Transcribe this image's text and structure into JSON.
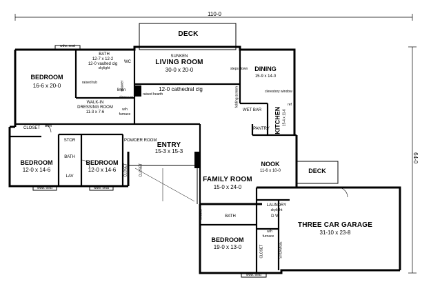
{
  "dimensions": {
    "width_total": "110-0",
    "depth_total": "64-0"
  },
  "rooms": {
    "deck_top": "DECK",
    "bedroom_master": {
      "name": "BEDROOM",
      "size": "16-6 x 20-0"
    },
    "bath_master": {
      "name": "BATH",
      "size": "12-7 x 12-2",
      "note": "12-0 vaulted clg",
      "skylight": "skylight"
    },
    "living": {
      "prefix": "SUNKEN",
      "name": "LIVING ROOM",
      "size": "30-0 x 20-0",
      "ceiling": "12-0 cathedral clg"
    },
    "dining": {
      "name": "DINING",
      "size": "15-9 x 14-0"
    },
    "walkin": {
      "name": "WALK-IN",
      "name2": "DRESSING ROOM",
      "size": "11-3 x 7-6"
    },
    "entry": {
      "name": "ENTRY",
      "size": "15-3 x 15-3"
    },
    "kitchen": {
      "name": "KITCHEN",
      "size": "15-4 x 11-6"
    },
    "bedroom_left": {
      "name": "BEDROOM",
      "size": "12-0 x 14-6"
    },
    "bedroom_mid": {
      "name": "BEDROOM",
      "size": "12-0 x 14-6"
    },
    "nook": {
      "name": "NOOK",
      "size": "11-6 x 10-0"
    },
    "deck_right": "DECK",
    "family": {
      "name": "FAMILY ROOM",
      "size": "15-0 x 24-0"
    },
    "garage": {
      "name": "THREE CAR GARAGE",
      "size": "31-10 x 23-8"
    },
    "bedroom_bottom": {
      "name": "BEDROOM",
      "size": "19-0 x 13-0"
    }
  },
  "labels": {
    "wdw_seat": "wdw. seat",
    "wc": "WC",
    "shower": "shower",
    "raised_tub": "raised tub",
    "linen": "linen",
    "dresser": "dresser",
    "wh": "w/h",
    "furnace": "furnace",
    "raised_hearth": "raised hearth",
    "steps_down": "steps down",
    "folding_screen": "folding screen",
    "clerestory_window": "clerestory window",
    "wet_bar": "WET BAR",
    "pantry": "PANTRY",
    "ref": "ref",
    "closet": "CLOSET",
    "stor": "STOR",
    "bath": "BATH",
    "lav": "LAV",
    "powder_room": "POWDER ROOM",
    "laundry": "LAUNDRY",
    "skylight": "skylight",
    "d_w": "D W",
    "storage": "STORAGE",
    "sink": "sink"
  }
}
